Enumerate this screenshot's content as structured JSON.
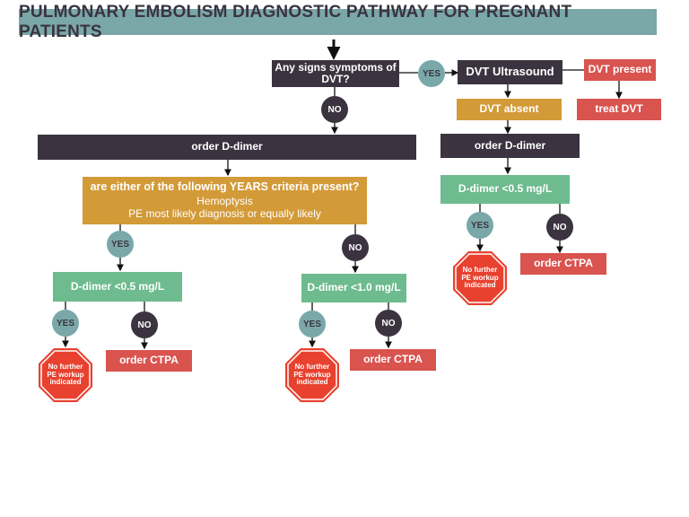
{
  "title": "PULMONARY EMBOLISM DIAGNOSTIC PATHWAY FOR PREGNANT PATIENTS",
  "colors": {
    "dark": "#3b3440",
    "red": "#d9534f",
    "gold": "#d39a38",
    "green": "#6dbb8e",
    "teal": "#7aa8a8"
  },
  "nodes": {
    "q_dvt": "Any signs symptoms of DVT?",
    "dvt_us": "DVT Ultrasound",
    "dvt_present": "DVT present",
    "treat_dvt": "treat DVT",
    "dvt_absent": "DVT absent",
    "order_ddimer_left": "order D-dimer",
    "order_ddimer_right": "order D-dimer",
    "years_title": "are either of the following YEARS criteria present?",
    "years_item1": "Hemoptysis",
    "years_item2": "PE most likely diagnosis or equally likely",
    "ddimer_05_left": "D-dimer  <0.5 mg/L",
    "ddimer_10": "D-dimer <1.0 mg/L",
    "ddimer_05_right": "D-dimer  <0.5 mg/L",
    "order_ctpa_1": "order CTPA",
    "order_ctpa_2": "order CTPA",
    "order_ctpa_3": "order CTPA"
  },
  "badges": {
    "yes": "YES",
    "no": "NO"
  },
  "stop_sign": {
    "line1": "No further",
    "line2": "PE workup",
    "line3": "indicated"
  }
}
